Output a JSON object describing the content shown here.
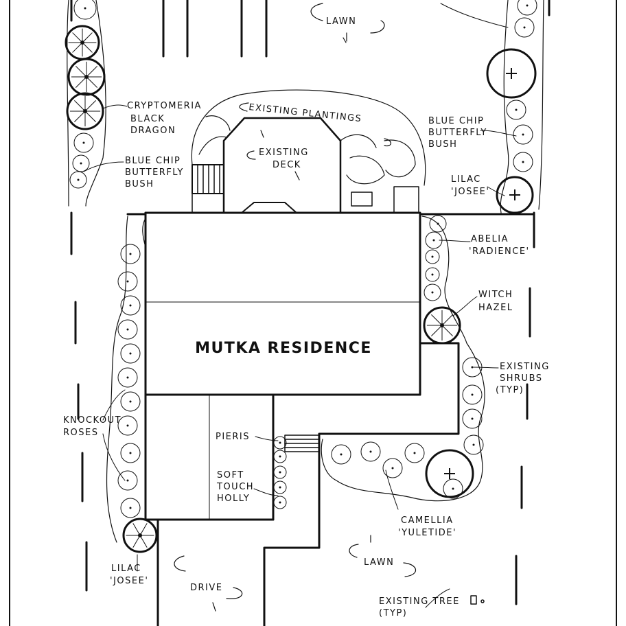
{
  "title": "MUTKA RESIDENCE",
  "labels": {
    "lawn_top": "LAWN",
    "existing_plantings": "EXISTING PLANTINGS",
    "existing_deck_1": "EXISTING",
    "existing_deck_2": "DECK",
    "cryptomeria_1": "CRYPTOMERIA",
    "cryptomeria_2": "BLACK",
    "cryptomeria_3": "DRAGON",
    "butterfly_left_1": "BLUE CHIP",
    "butterfly_left_2": "BUTTERFLY",
    "butterfly_left_3": "BUSH",
    "butterfly_right_1": "BLUE CHIP",
    "butterfly_right_2": "BUTTERFLY",
    "butterfly_right_3": "BUSH",
    "lilac_right_1": "LILAC",
    "lilac_right_2": "'JOSEE'",
    "abelia_1": "ABELIA",
    "abelia_2": "'RADIENCE'",
    "witch_hazel_1": "WITCH",
    "witch_hazel_2": "HAZEL",
    "existing_shrubs_1": "EXISTING",
    "existing_shrubs_2": "SHRUBS",
    "existing_shrubs_3": "(TYP)",
    "knockout_1": "KNOCKOUT",
    "knockout_2": "ROSES",
    "pieris": "PIERIS",
    "soft_touch_1": "SOFT",
    "soft_touch_2": "TOUCH",
    "soft_touch_3": "HOLLY",
    "camellia_1": "CAMELLIA",
    "camellia_2": "'YULETIDE'",
    "lilac_left_1": "LILAC",
    "lilac_left_2": "'JOSEE'",
    "drive": "DRIVE",
    "lawn_bottom": "LAWN",
    "existing_tree": "EXISTING TREE",
    "existing_tree_typ": "(TYP)"
  }
}
